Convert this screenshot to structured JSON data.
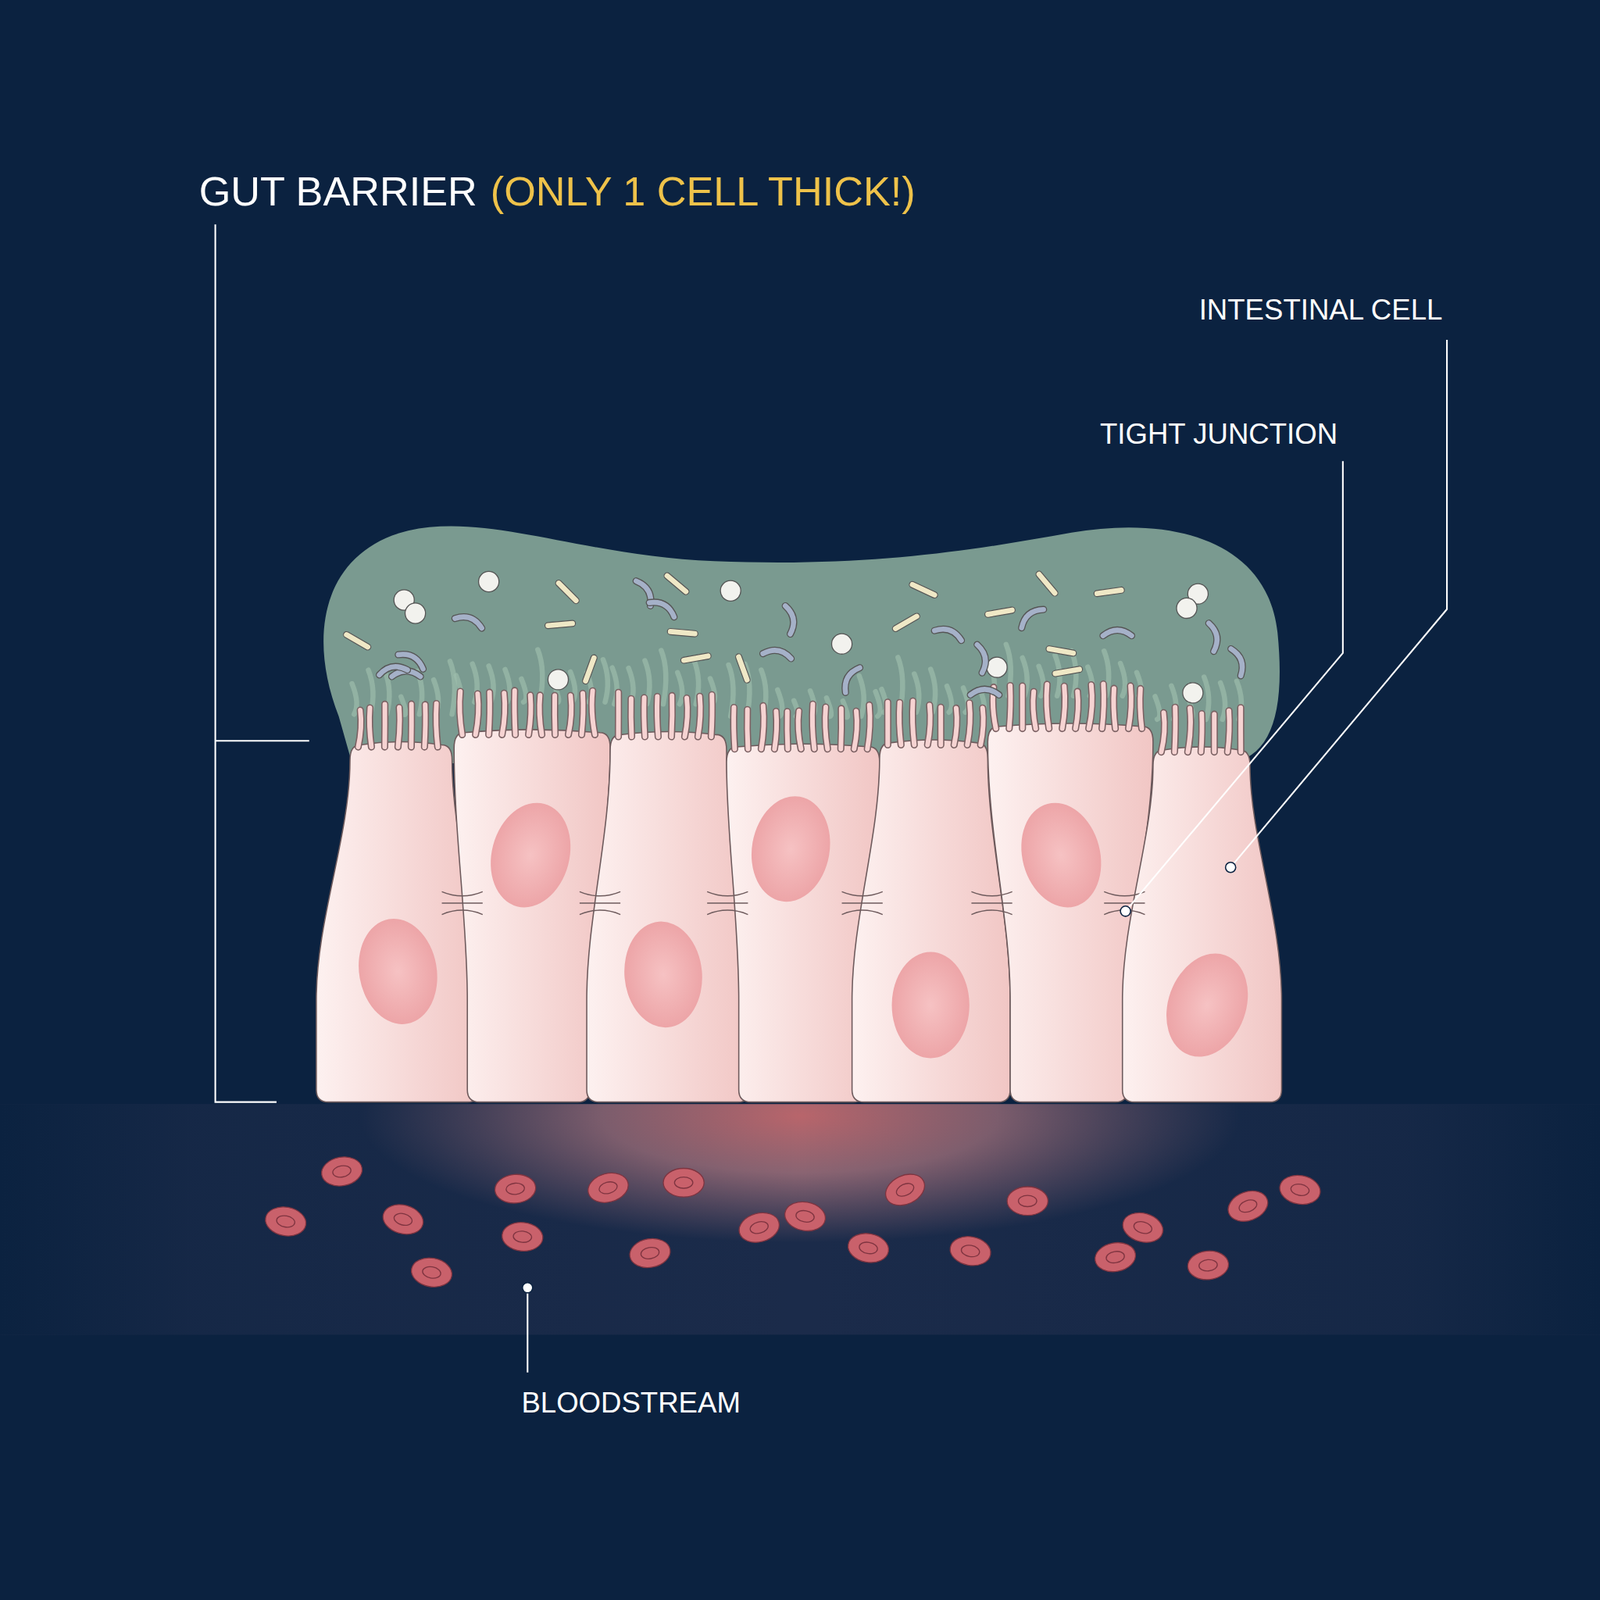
{
  "diagram": {
    "title": "GUT BARRIER",
    "labels": [
      "(ONLY 1 CELL THICK!)",
      "INTESTINAL CELL",
      "TIGHT JUNCTION",
      "BLOODSTREAM"
    ]
  }
}
